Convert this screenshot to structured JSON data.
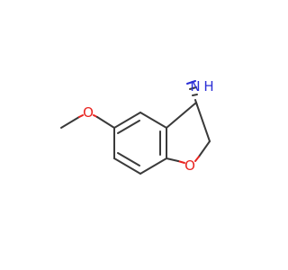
{
  "molecule": {
    "atoms": {
      "amine_n": "N",
      "amine_h": "H",
      "ring_o": "O",
      "methoxy_o": "O"
    },
    "colors": {
      "bond": "#3a3a3a",
      "oxygen": "#e8231f",
      "nitrogen": "#2b2fd6"
    },
    "stereo": "wedge-hash"
  }
}
